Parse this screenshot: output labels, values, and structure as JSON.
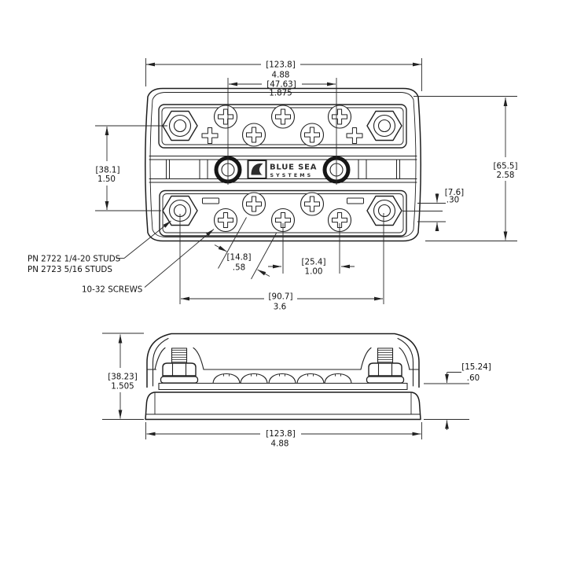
{
  "logo": {
    "primary": "BLUE SEA",
    "secondary": "SYSTEMS"
  },
  "callouts": {
    "stud_pn_line1": "PN 2722 1/4-20 STUDS",
    "stud_pn_line2": "PN 2723 5/16 STUDS",
    "screw_label": "10-32 SCREWS"
  },
  "top_view": {
    "dims": {
      "overall_width": {
        "mm": "[123.8]",
        "in": "4.88"
      },
      "stud_spacing": {
        "mm": "[47.63]",
        "in": "1.875"
      },
      "overall_height": {
        "mm": "[65.5]",
        "in": "2.58"
      },
      "screw_row_offset": {
        "mm": "[7.6]",
        "in": ".30"
      },
      "stud_row_spacing": {
        "mm": "[38.1]",
        "in": "1.50"
      },
      "screw_diagonal_pitch": {
        "mm": "[14.8]",
        "in": ".58"
      },
      "screw_pitch": {
        "mm": "[25.4]",
        "in": "1.00"
      },
      "mounting_hole_span": {
        "mm": "[90.7]",
        "in": "3.6"
      }
    }
  },
  "side_view": {
    "dims": {
      "overall_height": {
        "mm": "[38.23]",
        "in": "1.505"
      },
      "base_height": {
        "mm": "[15.24]",
        "in": ".60"
      },
      "overall_width": {
        "mm": "[123.8]",
        "in": "4.88"
      }
    }
  }
}
